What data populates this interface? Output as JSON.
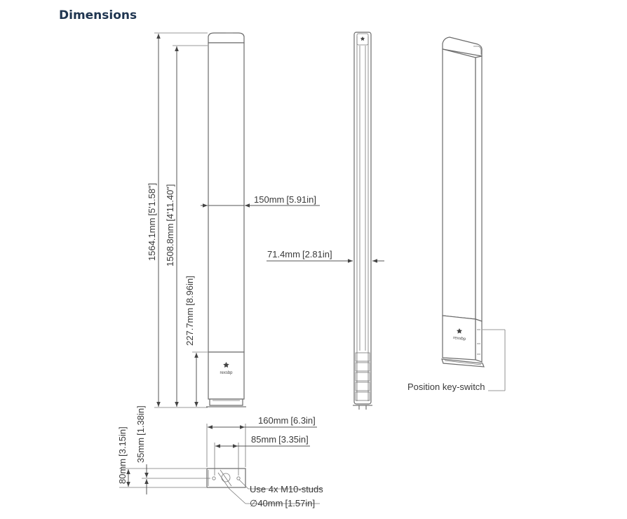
{
  "heading": "Dimensions",
  "brand": {
    "logo_text": "rexsbp"
  },
  "dimensions": {
    "total_height": "1564.1mm",
    "total_height_in": "[5'1.58\"]",
    "body_height": "1508.8mm",
    "body_height_in": "[4'11.40\"]",
    "lower_height": "227.7mm",
    "lower_height_in": "[8.96in]",
    "width": "150mm",
    "width_in": "[5.91in]",
    "depth": "71.4mm",
    "depth_in": "[2.81in]",
    "base_width": "160mm",
    "base_width_in": "[6.3in]",
    "stud_spacing": "85mm",
    "stud_spacing_in": "[3.35in]",
    "base_depth": "80mm",
    "base_depth_in": "[3.15in]",
    "stud_offset": "35mm",
    "stud_offset_in": "[1.38in]",
    "studs_note": "Use 4x M10-studs",
    "hole_diameter": "∅40mm",
    "hole_diameter_in": "[1.57in]"
  },
  "callouts": {
    "key_switch": "Position key-switch"
  }
}
